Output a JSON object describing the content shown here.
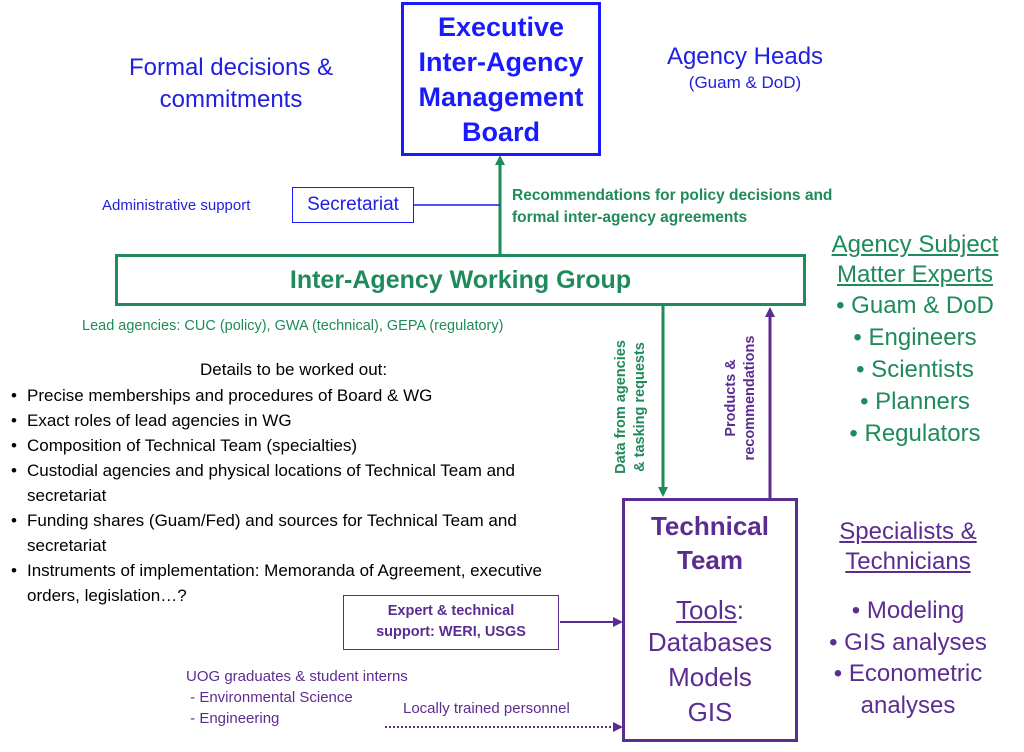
{
  "executive_board": {
    "title_lines": [
      "Executive",
      "Inter-Agency",
      "Management",
      "Board"
    ]
  },
  "formal_decisions": [
    "Formal decisions &",
    "commitments"
  ],
  "agency_heads": {
    "title": "Agency Heads",
    "subtitle": "(Guam & DoD)"
  },
  "admin_support": "Administrative support",
  "secretariat": "Secretariat",
  "recommendations": [
    "Recommendations for policy decisions and",
    "formal inter-agency agreements"
  ],
  "working_group": "Inter-Agency Working Group",
  "lead_agencies": "Lead agencies: CUC (policy), GWA (technical), GEPA (regulatory)",
  "subject_experts": {
    "heading": [
      "Agency Subject",
      "Matter Experts"
    ],
    "items": [
      "• Guam & DoD",
      "• Engineers",
      "• Scientists",
      "• Planners",
      "• Regulators"
    ]
  },
  "details": {
    "heading": "Details to be worked out:",
    "items": [
      "Precise memberships and procedures of Board &  WG",
      "Exact roles of lead agencies in WG",
      "Composition of Technical Team (specialties)",
      "Custodial agencies and physical locations of Technical Team and secretariat",
      "Funding shares (Guam/Fed) and sources for Technical Team and secretariat",
      "Instruments of implementation: Memoranda of Agreement, executive orders, legislation…?"
    ]
  },
  "data_from_agencies": [
    "Data from agencies",
    "& tasking requests"
  ],
  "products_recs": [
    "Products &",
    "recommendations"
  ],
  "technical_team": {
    "title": [
      "Technical",
      "Team"
    ],
    "tools_label": "Tools",
    "tools_colon": ":",
    "tools": [
      "Databases",
      "Models",
      "GIS"
    ]
  },
  "specialists": {
    "heading": [
      "Specialists &",
      "Technicians"
    ],
    "items": [
      "• Modeling",
      "• GIS analyses",
      "• Econometric",
      "analyses"
    ]
  },
  "expert_support": [
    "Expert & technical",
    "support: WERI, USGS"
  ],
  "uog": {
    "heading": "UOG graduates & student interns",
    "items": [
      " - Environmental Science",
      " - Engineering"
    ]
  },
  "locally_trained": "Locally trained personnel",
  "colors": {
    "blue": "#1a1aff",
    "green": "#1f8a5a",
    "purple": "#5c2d91"
  }
}
